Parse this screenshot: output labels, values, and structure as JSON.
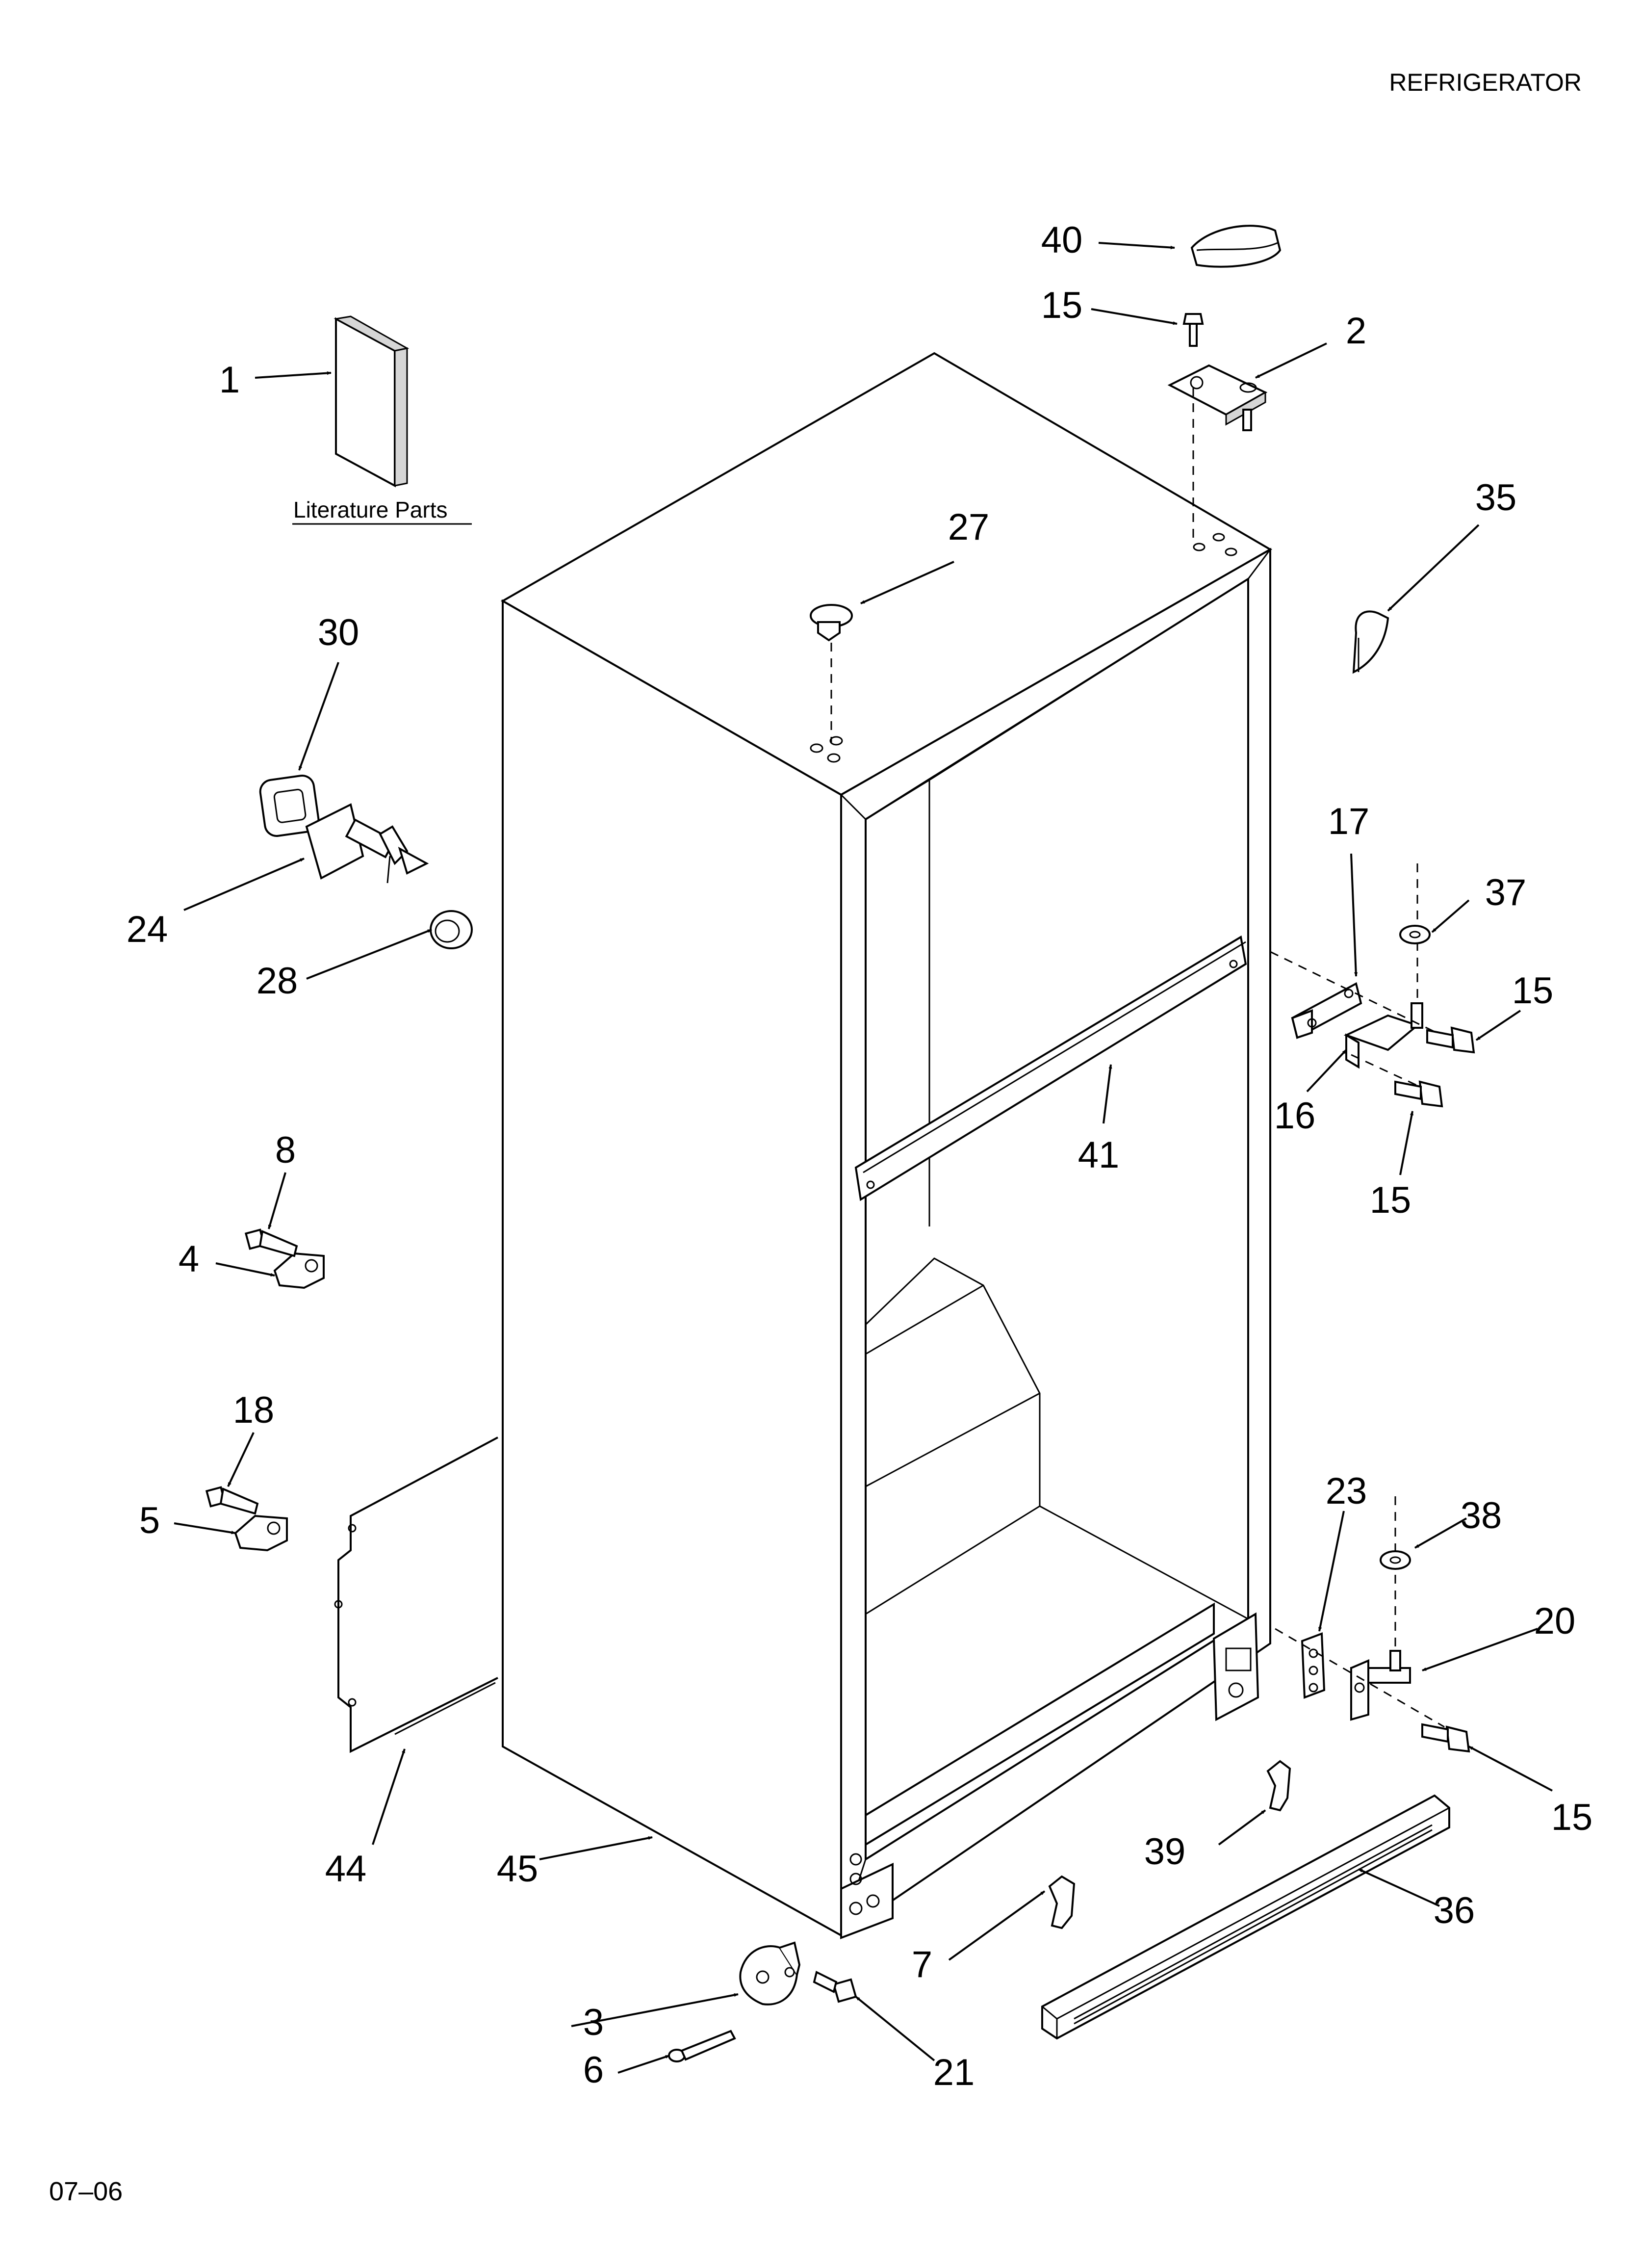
{
  "header": {
    "title": "REFRIGERATOR"
  },
  "literature": {
    "label": "Literature Parts"
  },
  "footer": {
    "code": "07–06"
  },
  "callouts": {
    "c1": "1",
    "c2": "2",
    "c3": "3",
    "c4": "4",
    "c5": "5",
    "c6": "6",
    "c7": "7",
    "c8": "8",
    "c15a": "15",
    "c15b": "15",
    "c15c": "15",
    "c15d": "15",
    "c16": "16",
    "c17": "17",
    "c18": "18",
    "c20": "20",
    "c21": "21",
    "c23": "23",
    "c24": "24",
    "c27": "27",
    "c28": "28",
    "c30": "30",
    "c35": "35",
    "c36": "36",
    "c37": "37",
    "c38": "38",
    "c39": "39",
    "c40": "40",
    "c41": "41",
    "c44": "44",
    "c45": "45"
  }
}
